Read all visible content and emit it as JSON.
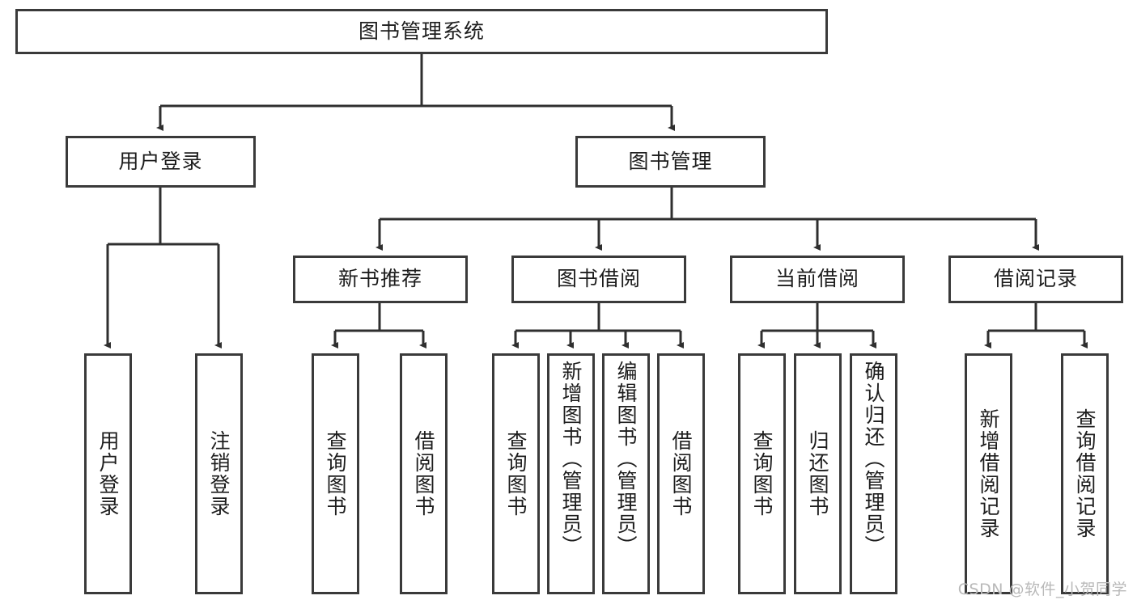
{
  "diagram": {
    "title": "图书管理系统",
    "type": "hierarchy-tree",
    "root": {
      "id": "root",
      "label": "图书管理系统"
    },
    "level2": [
      {
        "id": "user-login",
        "label": "用户登录"
      },
      {
        "id": "book-management",
        "label": "图书管理"
      }
    ],
    "level3": [
      {
        "id": "new-book-recommend",
        "label": "新书推荐",
        "parent": "book-management"
      },
      {
        "id": "book-borrow",
        "label": "图书借阅",
        "parent": "book-management"
      },
      {
        "id": "current-borrow",
        "label": "当前借阅",
        "parent": "book-management"
      },
      {
        "id": "borrow-record",
        "label": "借阅记录",
        "parent": "book-management"
      }
    ],
    "leaves": [
      {
        "id": "leaf-user-login",
        "label": "用户登录",
        "parent": "user-login"
      },
      {
        "id": "leaf-user-logout",
        "label": "注销登录",
        "parent": "user-login"
      },
      {
        "id": "leaf-query-book-1",
        "label": "查询图书",
        "parent": "new-book-recommend"
      },
      {
        "id": "leaf-borrow-book-1",
        "label": "借阅图书",
        "parent": "new-book-recommend"
      },
      {
        "id": "leaf-query-book-2",
        "label": "查询图书",
        "parent": "book-borrow"
      },
      {
        "id": "leaf-add-book",
        "label": "新增图书（管理员）",
        "parent": "book-borrow"
      },
      {
        "id": "leaf-edit-book",
        "label": "编辑图书（管理员）",
        "parent": "book-borrow"
      },
      {
        "id": "leaf-borrow-book-2",
        "label": "借阅图书",
        "parent": "book-borrow"
      },
      {
        "id": "leaf-query-book-3",
        "label": "查询图书",
        "parent": "current-borrow"
      },
      {
        "id": "leaf-return-book",
        "label": "归还图书",
        "parent": "current-borrow"
      },
      {
        "id": "leaf-confirm-return",
        "label": "确认归还（管理员）",
        "parent": "current-borrow"
      },
      {
        "id": "leaf-add-record",
        "label": "新增借阅记录",
        "parent": "borrow-record"
      },
      {
        "id": "leaf-query-record",
        "label": "查询借阅记录",
        "parent": "borrow-record"
      }
    ],
    "watermark": "CSDN @软件_小贺同学",
    "colors": {
      "border": "#3a3a3a",
      "background": "#ffffff",
      "text": "#1d1d1d",
      "connector": "#2f2f2f",
      "watermark": "#b9b9b9"
    }
  }
}
